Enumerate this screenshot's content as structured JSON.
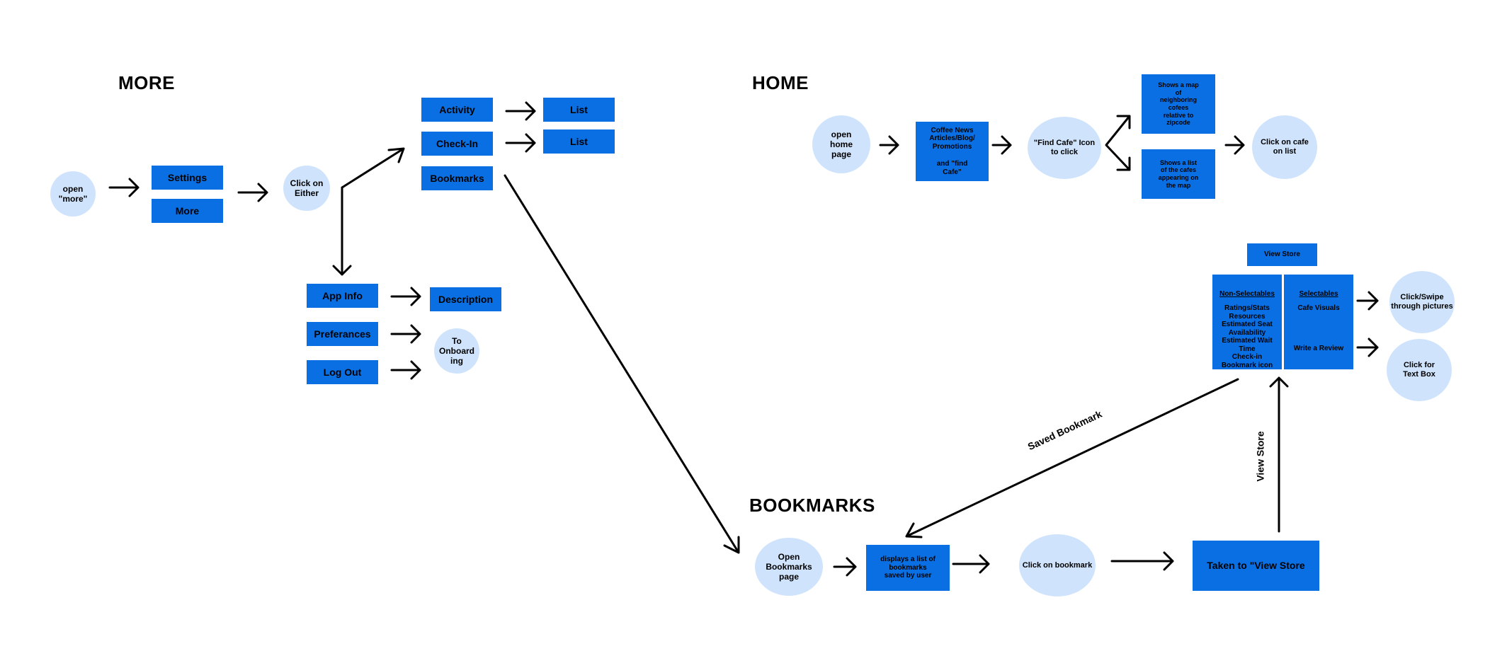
{
  "sections": {
    "more": "MORE",
    "home": "HOME",
    "bookmarks": "BOOKMARKS"
  },
  "more": {
    "open_more": "open\n\"more\"",
    "settings": "Settings",
    "more_btn": "More",
    "click_either": "Click on\nEither",
    "activity": "Activity",
    "check_in": "Check-In",
    "bookmarks": "Bookmarks",
    "list_1": "List",
    "list_2": "List",
    "app_info": "App Info",
    "preferences": "Preferances",
    "log_out": "Log Out",
    "description": "Description",
    "to_onboarding": "To\nOnboard\ning"
  },
  "home": {
    "open_home": "open\nhome\npage",
    "coffee_news": "Coffee News\nArticles/Blog/\nPromotions\n\nand \"find\nCafe\"",
    "find_cafe": "\"Find Cafe\" Icon\nto click",
    "map": "Shows a map\nof\nneighboring\ncofees\nrelative to\nzipcode",
    "list": "Shows a list\nof the cafes\nappearing on\nthe map",
    "click_cafe": "Click on cafe\non list"
  },
  "store": {
    "view_store": "View Store",
    "non_selectables_title": "Non-Selectables",
    "non_selectables_items": "Ratings/Stats\nResources\nEstimated Seat\nAvailability\nEstimated Wait\nTime\nCheck-in\nBookmark icon",
    "selectables_title": "Selectables",
    "cafe_visuals": "Cafe Visuals",
    "write_review": "Write a Review",
    "click_swipe": "Click/Swipe\nthrough pictures",
    "click_text_box": "Click for\nText Box"
  },
  "bookmarks": {
    "open_bookmarks": "Open\nBookmarks\npage",
    "displays_list": "displays a list of\nbookmarks\nsaved by user",
    "click_bookmark": "Click on bookmark",
    "taken_to": "Taken to \"View Store"
  },
  "edge_labels": {
    "saved_bookmark": "Saved Bookmark",
    "view_store": "View Store"
  },
  "colors": {
    "rect_fill": "#0b6fe4",
    "circle_fill": "#cfe4fc",
    "stroke": "#000000"
  }
}
